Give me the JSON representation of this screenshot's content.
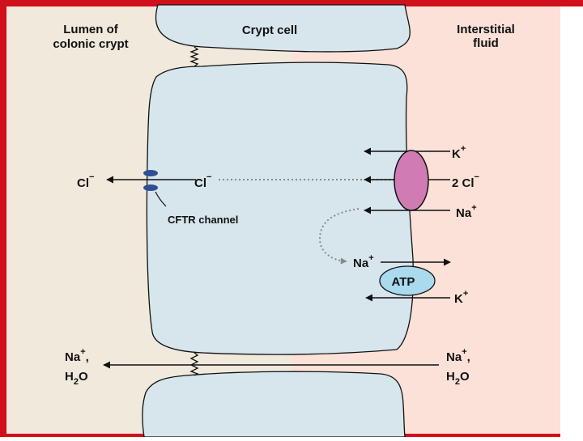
{
  "regions": {
    "lumen": {
      "line1": "Lumen of",
      "line2": "colonic crypt"
    },
    "cell": {
      "title": "Crypt cell"
    },
    "interstitial": {
      "line1": "Interstitial",
      "line2": "fluid"
    }
  },
  "labels": {
    "cl_lumen": "Cl",
    "cl_cell": "Cl",
    "cftr_channel": "CFTR channel",
    "k_in": "K",
    "two_cl": "2 Cl",
    "na_in": "Na",
    "na_out": "Na",
    "atp": "ATP",
    "k_pump": "K",
    "na_h2o_left": "Na",
    "h2o_left": "H",
    "na_h2o_right": "Na",
    "h2o_right": "H"
  },
  "colors": {
    "lumen_bg": "#f0e9dc",
    "interstitial_bg": "#fbe1d7",
    "cell_fill": "#d7e6ec",
    "cotransporter": "#d07cb3",
    "atp_pump": "#a9daee",
    "cftr": "#2e4f93",
    "frame": "#d0101a"
  }
}
